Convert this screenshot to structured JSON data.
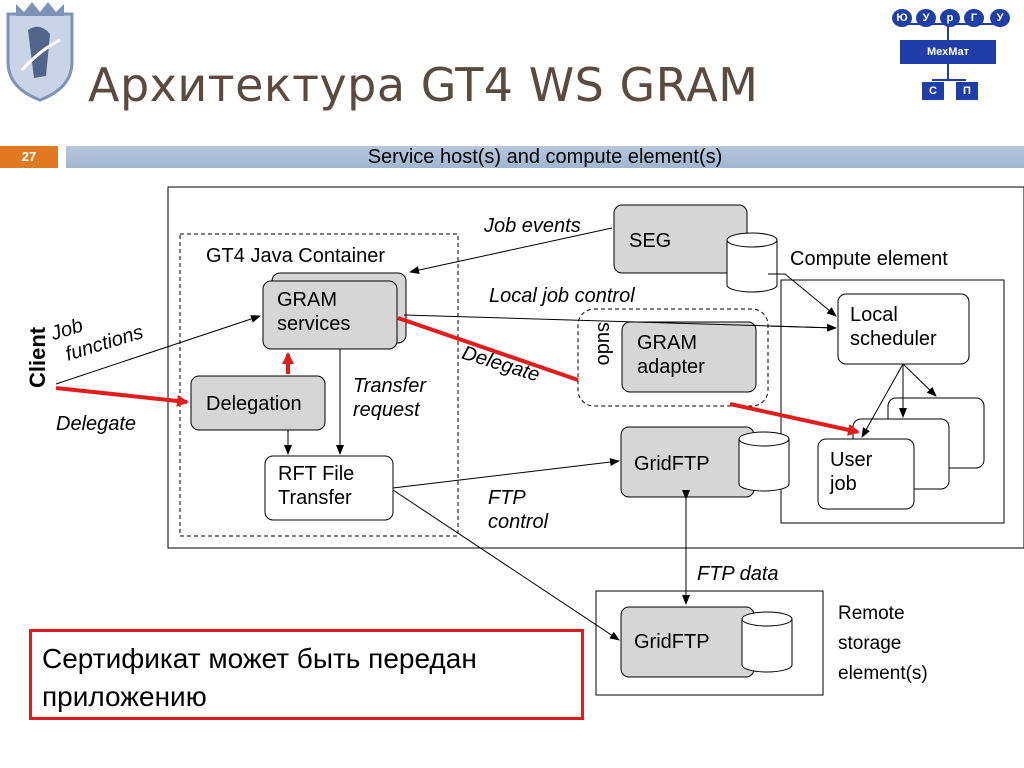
{
  "slide": {
    "title": "Архитектура GT4 WS GRAM",
    "number": "27",
    "subtitle": "Service host(s) and compute element(s)"
  },
  "logo": {
    "nodes": [
      "Ю",
      "У",
      "р",
      "Г",
      "У"
    ],
    "center": "МехМат",
    "bottom": [
      "С",
      "П"
    ]
  },
  "diagram": {
    "client": "Client",
    "job_functions": [
      "Job",
      "functions"
    ],
    "delegate_left": "Delegate",
    "container_label": "GT4 Java Container",
    "gram_services": [
      "GRAM",
      "services"
    ],
    "delegation": "Delegation",
    "transfer_request": [
      "Transfer",
      "request"
    ],
    "rft": [
      "RFT File",
      "Transfer"
    ],
    "job_events": "Job events",
    "seg": "SEG",
    "compute_element": "Compute element",
    "local_job_control": "Local job control",
    "sudo": "sudo",
    "gram_adapter": [
      "GRAM",
      "adapter"
    ],
    "delegate_mid": "Delegate",
    "local_scheduler": [
      "Local",
      "scheduler"
    ],
    "gridftp_top": "GridFTP",
    "user_job": [
      "User",
      "job"
    ],
    "ftp_control": [
      "FTP",
      "control"
    ],
    "ftp_data": "FTP data",
    "gridftp_bottom": "GridFTP",
    "remote_storage": [
      "Remote",
      "storage",
      "element(s)"
    ]
  },
  "certificate_note": [
    "Сертификат может быть передан",
    "приложению"
  ]
}
